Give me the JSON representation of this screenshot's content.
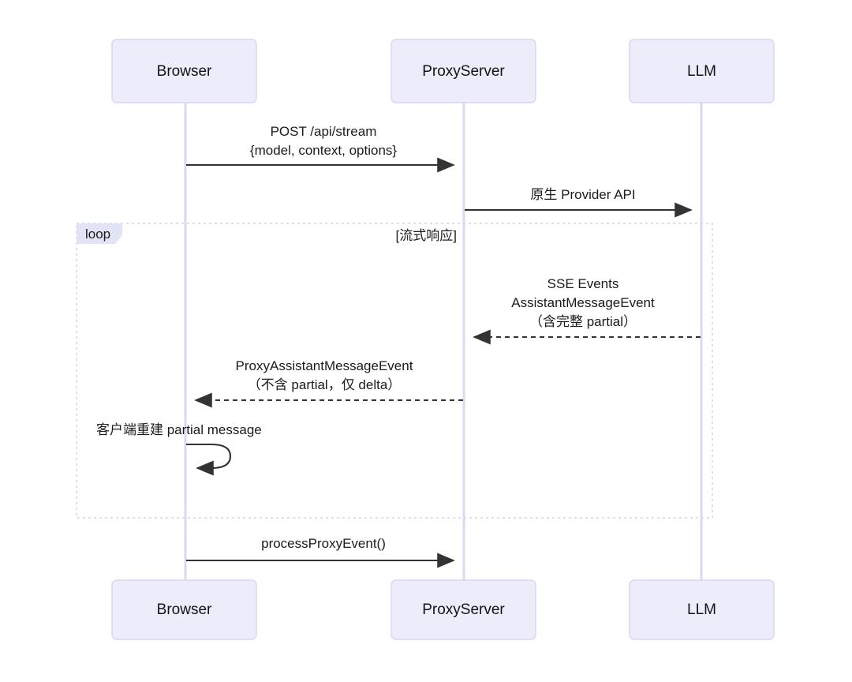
{
  "diagram": {
    "type": "sequence-diagram",
    "background_color": "#FFFFFF",
    "actor_fill": "#ECECFB",
    "actor_border": "#D6D6F2",
    "lifeline_color": "#D9D9F2",
    "arrow_color": "#333333",
    "frame_color": "#D4D4EE",
    "frame_tab_fill": "#E3E3F6"
  },
  "actors": [
    {
      "id": "browser",
      "label": "Browser"
    },
    {
      "id": "proxyserver",
      "label": "ProxyServer"
    },
    {
      "id": "llm",
      "label": "LLM"
    }
  ],
  "actors_bottom": [
    {
      "id": "browser-bottom",
      "label": "Browser"
    },
    {
      "id": "proxyserver-bottom",
      "label": "ProxyServer"
    },
    {
      "id": "llm-bottom",
      "label": "LLM"
    }
  ],
  "messages": [
    {
      "id": "msg-post-api-stream",
      "from": "browser",
      "to": "proxyserver",
      "style": "solid",
      "direction": "right",
      "lines": [
        "POST /api/stream",
        "{model, context, options}"
      ]
    },
    {
      "id": "msg-provider-api",
      "from": "proxyserver",
      "to": "llm",
      "style": "solid",
      "direction": "right",
      "lines": [
        "原生 Provider API"
      ]
    },
    {
      "id": "msg-sse-events",
      "from": "llm",
      "to": "proxyserver",
      "style": "dashed",
      "direction": "left",
      "lines": [
        "SSE Events",
        "AssistantMessageEvent",
        "（含完整 partial）"
      ]
    },
    {
      "id": "msg-proxy-assistant-message-event",
      "from": "proxyserver",
      "to": "browser",
      "style": "dashed",
      "direction": "left",
      "lines": [
        "ProxyAssistantMessageEvent",
        "（不含 partial，仅 delta）"
      ]
    },
    {
      "id": "msg-self-rebuild-partial",
      "from": "browser",
      "to": "browser",
      "style": "self-loop",
      "direction": "self",
      "lines": [
        "客户端重建 partial message"
      ]
    },
    {
      "id": "msg-process-proxy-event",
      "from": "browser",
      "to": "proxyserver",
      "style": "solid",
      "direction": "right",
      "lines": [
        "processProxyEvent()"
      ]
    }
  ],
  "fragment": {
    "id": "loop-fragment",
    "kind": "loop",
    "tab_label": "loop",
    "condition": "[流式响应]"
  }
}
